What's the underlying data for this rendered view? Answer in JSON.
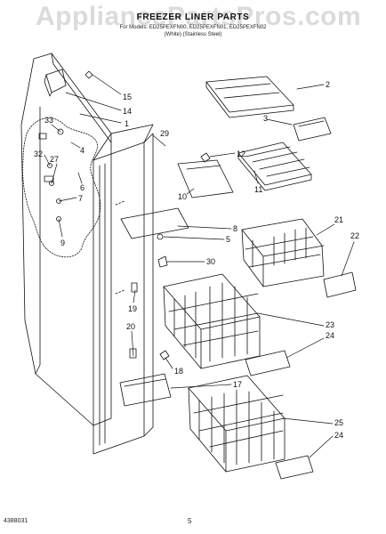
{
  "watermark": "AppliancePartsPros.com",
  "header": {
    "title": "FREEZER LINER PARTS",
    "models": "For Models: ED25PEXFN00, ED25PEXFN01, ED25PEXFN02",
    "colors": "(White)       (Stainless Steel)"
  },
  "callouts": {
    "c1": "1",
    "c2": "2",
    "c3": "3",
    "c4": "4",
    "c5": "5",
    "c6": "6",
    "c7": "7",
    "c8": "8",
    "c9": "9",
    "c10": "10",
    "c11": "11",
    "c12": "12",
    "c14": "14",
    "c15": "15",
    "c17": "17",
    "c18": "18",
    "c19": "19",
    "c20": "20",
    "c21": "21",
    "c22": "22",
    "c23": "23",
    "c24a": "24",
    "c24b": "24",
    "c25": "25",
    "c27": "27",
    "c29": "29",
    "c30": "30",
    "c32": "32",
    "c33": "33"
  },
  "footer": {
    "doc_number": "4388031",
    "page": "5"
  }
}
